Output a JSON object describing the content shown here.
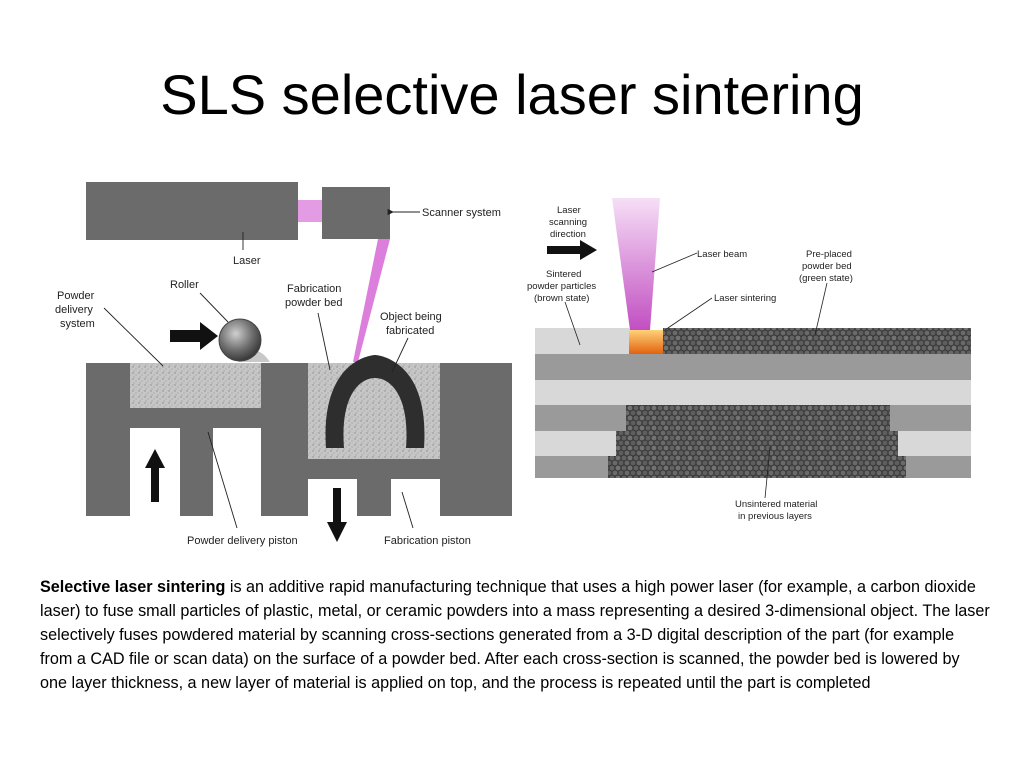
{
  "slide": {
    "title": "SLS selective laser sintering"
  },
  "left_diagram": {
    "labels": {
      "laser": "Laser",
      "scanner": "Scanner system",
      "roller": "Roller",
      "powder_delivery_1": "Powder",
      "powder_delivery_2": "delivery",
      "powder_delivery_3": "system",
      "fab_bed_1": "Fabrication",
      "fab_bed_2": "powder bed",
      "object_1": "Object being",
      "object_2": "fabricated",
      "delivery_piston": "Powder delivery piston",
      "fab_piston": "Fabrication piston"
    }
  },
  "right_diagram": {
    "labels": {
      "scan_dir_1": "Laser",
      "scan_dir_2": "scanning",
      "scan_dir_3": "direction",
      "laser_beam": "Laser beam",
      "preplaced_1": "Pre-placed",
      "preplaced_2": "powder bed",
      "preplaced_3": "(green state)",
      "sintered_1": "Sintered",
      "sintered_2": "powder particles",
      "sintered_3": "(brown state)",
      "laser_sintering": "Laser sintering",
      "unsintered_1": "Unsintered material",
      "unsintered_2": "in previous layers"
    }
  },
  "description": {
    "lead": "Selective laser sintering",
    "body": " is an additive rapid manufacturing technique that uses a high power laser (for example, a carbon dioxide laser) to fuse small particles of plastic, metal, or ceramic powders into a mass representing a desired 3-dimensional object. The laser selectively fuses powdered material by scanning cross-sections generated from a 3-D digital description of the part (for example from a CAD file or scan data) on the surface of a powder bed. After each cross-section is scanned, the powder bed is lowered by one layer thickness, a new layer of material is applied on top, and the process is repeated until the part is completed"
  },
  "colors": {
    "machine_gray": "#6b6b6b",
    "powder_gray": "#c4c4c4",
    "laser_pink": "#d66fd6",
    "light_layer": "#d8d8d8",
    "dark_layer": "#9a9a9a"
  }
}
